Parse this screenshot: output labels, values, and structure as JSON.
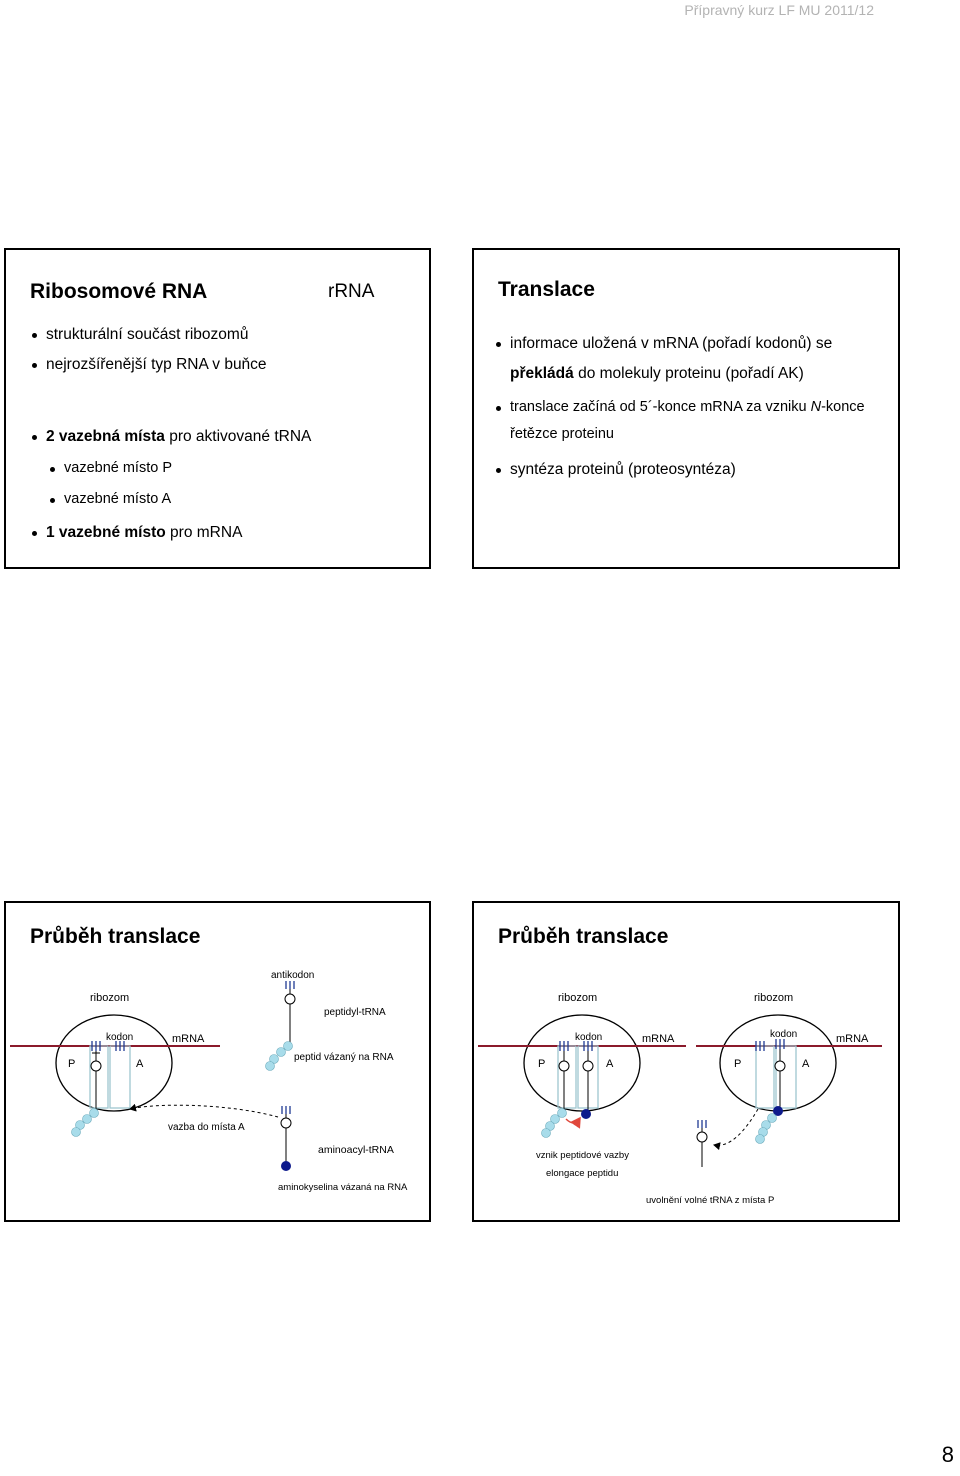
{
  "header_note": "Přípravný kurz LF MU 2011/12",
  "page_number": "8",
  "slide1": {
    "title": "Ribosomové RNA",
    "title_right": "rRNA",
    "bullets": {
      "b1": "strukturální součást ribozomů",
      "b2": "nejrozšířenější typ RNA v buňce",
      "b3_bold": "2 vazebná místa",
      "b3_rest": " pro aktivované tRNA",
      "b4": "vazebné místo P",
      "b5": "vazebné místo A",
      "b6_bold": "1 vazebné místo",
      "b6_rest": " pro mRNA"
    }
  },
  "slide2": {
    "title": "Translace",
    "bullets": {
      "b1_line1": "informace uložená v mRNA (pořadí kodonů) se",
      "b1_line2_bold": "překládá",
      "b1_line2_rest": " do molekuly proteinu (pořadí AK)",
      "b2_line1a": "translace začíná od 5´-konce mRNA za vzniku ",
      "b2_line1_italic": "N",
      "b2_line1b": "-konce",
      "b2_line2": "řetězce proteinu",
      "b3": "syntéza proteinů (proteosyntéza)"
    }
  },
  "slide3": {
    "title": "Průběh translace",
    "labels": {
      "ribozom": "ribozom",
      "kodon": "kodon",
      "mrna": "mRNA",
      "p": "P",
      "a": "A",
      "antikodon": "antikodon",
      "peptidyl_trna": "peptidyl-tRNA",
      "peptid_vazany": "peptid vázaný na RNA",
      "vazba_do_mista_a": "vazba do místa A",
      "aminoacyl_trna": "aminoacyl-tRNA",
      "aminokyselina_vazana": "aminokyselina vázaná na RNA"
    }
  },
  "slide4": {
    "title": "Průběh translace",
    "labels": {
      "ribozom": "ribozom",
      "kodon": "kodon",
      "mrna": "mRNA",
      "p": "P",
      "a": "A",
      "vznik_peptidove_vazby": "vznik peptidové vazby",
      "elongace_peptidu": "elongace peptidu",
      "uvolneni_trna": "uvolnění volné tRNA z místa P"
    }
  },
  "colors": {
    "mrna_line": "#8b1a2b",
    "codon_marks": "#1f3a93",
    "site_box": "#9fc5cf",
    "amino_acid_light": "#a8dcea",
    "amino_acid_dark": "#0d1a8c",
    "peptide_bond_arrow": "#e0483c",
    "header_note": "#b3b3b3"
  }
}
